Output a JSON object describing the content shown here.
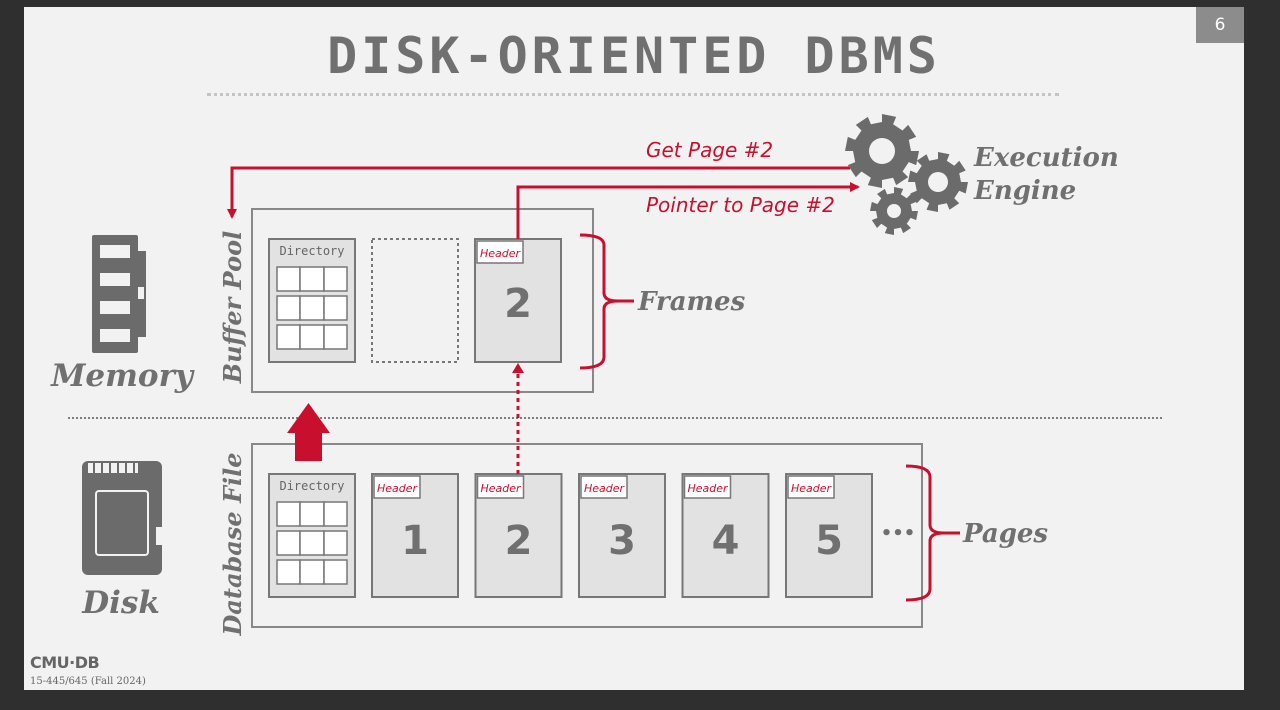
{
  "slide": {
    "number": "6",
    "title": "DISK-ORIENTED DBMS"
  },
  "labels": {
    "memory": "Memory",
    "disk": "Disk",
    "buffer_pool": "Buffer Pool",
    "database_file": "Database File",
    "frames": "Frames",
    "pages": "Pages",
    "execution_engine_line1": "Execution",
    "execution_engine_line2": "Engine",
    "get_page": "Get Page #2",
    "pointer_to_page": "Pointer to Page #2",
    "directory": "Directory",
    "header": "Header",
    "ellipsis": "•••"
  },
  "buffer_pool": {
    "frame_page_number": "2"
  },
  "database_file": {
    "pages": [
      "1",
      "2",
      "3",
      "4",
      "5"
    ]
  },
  "footer": {
    "logo": "CMU·DB",
    "course": "15-445/645 (Fall 2024)"
  },
  "colors": {
    "accent": "#c8102e",
    "gray": "#707070",
    "box_fill": "#e2e2e2"
  }
}
